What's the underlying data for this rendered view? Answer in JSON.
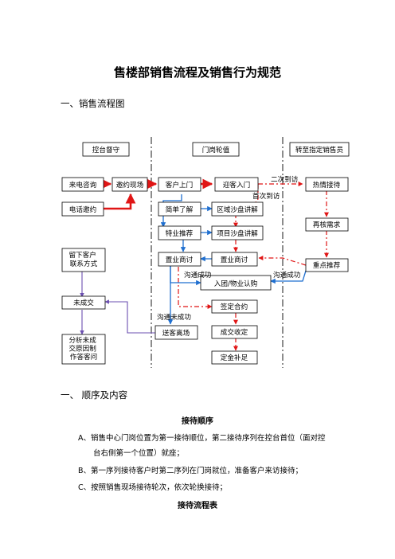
{
  "document": {
    "title": "售楼部销售流程及销售行为规范",
    "section1": "一、销售流程图",
    "section2": "一、   顺序及内容",
    "reception_order_heading": "接待顺序",
    "items": [
      "A、销售中心门岗位置为第一接待顺位，第二接待序列在控台首位（面对控",
      "台右侧第一个位置）就座；",
      "B、第一序列接待客户时第二序列在门岗就位，准备客户来访接待；",
      "C、按照销售现场接待轮次，依次轮换接待；"
    ],
    "reception_flow_heading": "接待流程表"
  },
  "flowchart": {
    "headers": {
      "col1": "控台督守",
      "col2": "门岗轮值",
      "col3": "转至指定销售员"
    },
    "nodes": {
      "phone_inquiry": "来电咨询",
      "invite_visit": "邀约现场",
      "customer_arrive": "客户上门",
      "greet": "迎客入门",
      "warm_reception": "热情接待",
      "phone_invite": "电话邀约",
      "brief_intro": "简单了解",
      "area_sandtable": "区域沙盘讲解",
      "recheck_needs": "再核需求",
      "special_recommend": "特业推荐",
      "project_sandtable": "项目沙盘讲解",
      "leave_contact": "留下客户\n联系方式",
      "consult_a": "置业商讨",
      "consult_b": "置业商讨",
      "key_recommend": "重点推荐",
      "group_subscribe": "入团/物业认购",
      "not_closed": "未成交",
      "sign": "签定合约",
      "analyze": "分析未成\n交原因制\n作答客问",
      "see_off": "送客离场",
      "deal_confirm": "成交收定",
      "deposit": "定金补足"
    },
    "labels": {
      "second_visit": "二次到访",
      "first_visit": "首次到访",
      "comm_success_1": "沟通成功",
      "comm_success_2": "沟通成功",
      "comm_fail": "沟通未成功"
    },
    "colors": {
      "red": "#e01515",
      "blue": "#1f6fd0",
      "purple": "#6b4fb0",
      "black": "#000000"
    }
  }
}
